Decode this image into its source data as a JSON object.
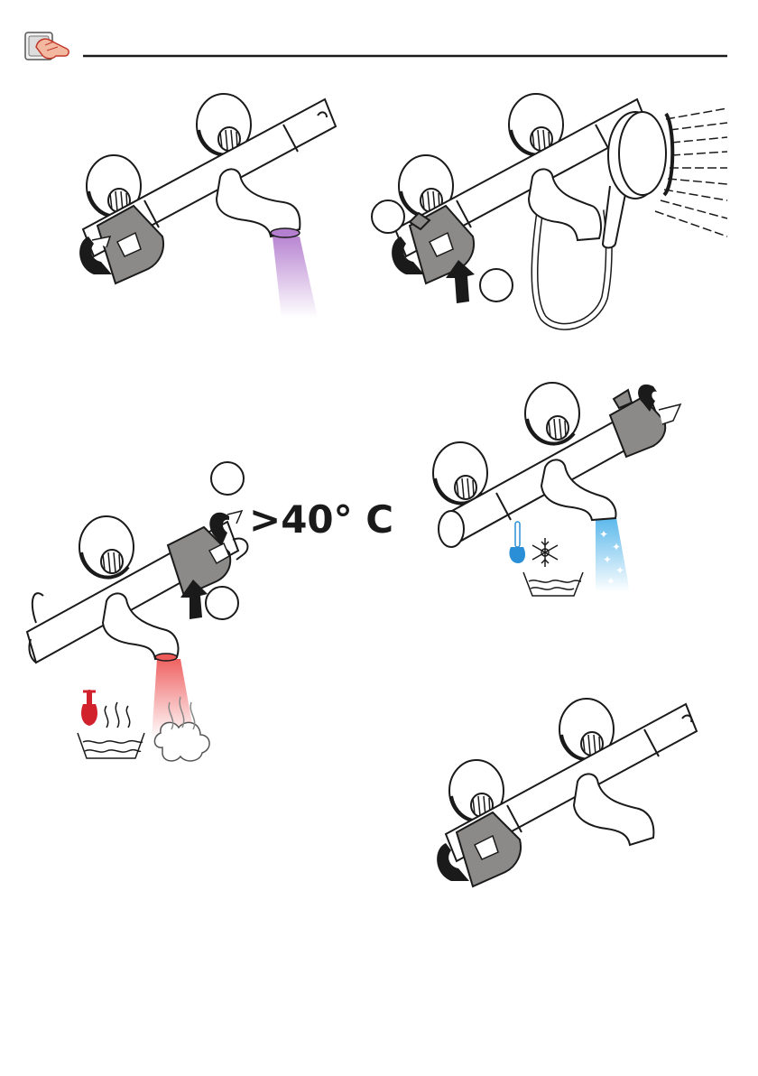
{
  "header": {
    "icon": "hand-pressing-button-icon"
  },
  "panels": [
    {
      "id": "panel-1",
      "description_icon": "thermostat-mixer-purple-flow"
    },
    {
      "id": "panel-2",
      "description_icon": "thermostat-mixer-handshower-spray",
      "step_markers": 2
    },
    {
      "id": "panel-3",
      "description_icon": "thermostat-mixer-hot-red-flow",
      "step_markers": 2,
      "temperature_label": ">40° C"
    },
    {
      "id": "panel-4",
      "description_icon": "thermostat-mixer-cold-blue-flow"
    },
    {
      "id": "panel-5",
      "description_icon": "thermostat-mixer-no-flow"
    }
  ],
  "colors": {
    "line": "#1a1a1a",
    "knob_gray": "#8c8a88",
    "purple_flow": "#b57fcf",
    "red_flow": "#ee5a5a",
    "blue_flow": "#4fb3ea",
    "hot_red": "#d0212d",
    "cold_blue": "#2a8fd6"
  }
}
